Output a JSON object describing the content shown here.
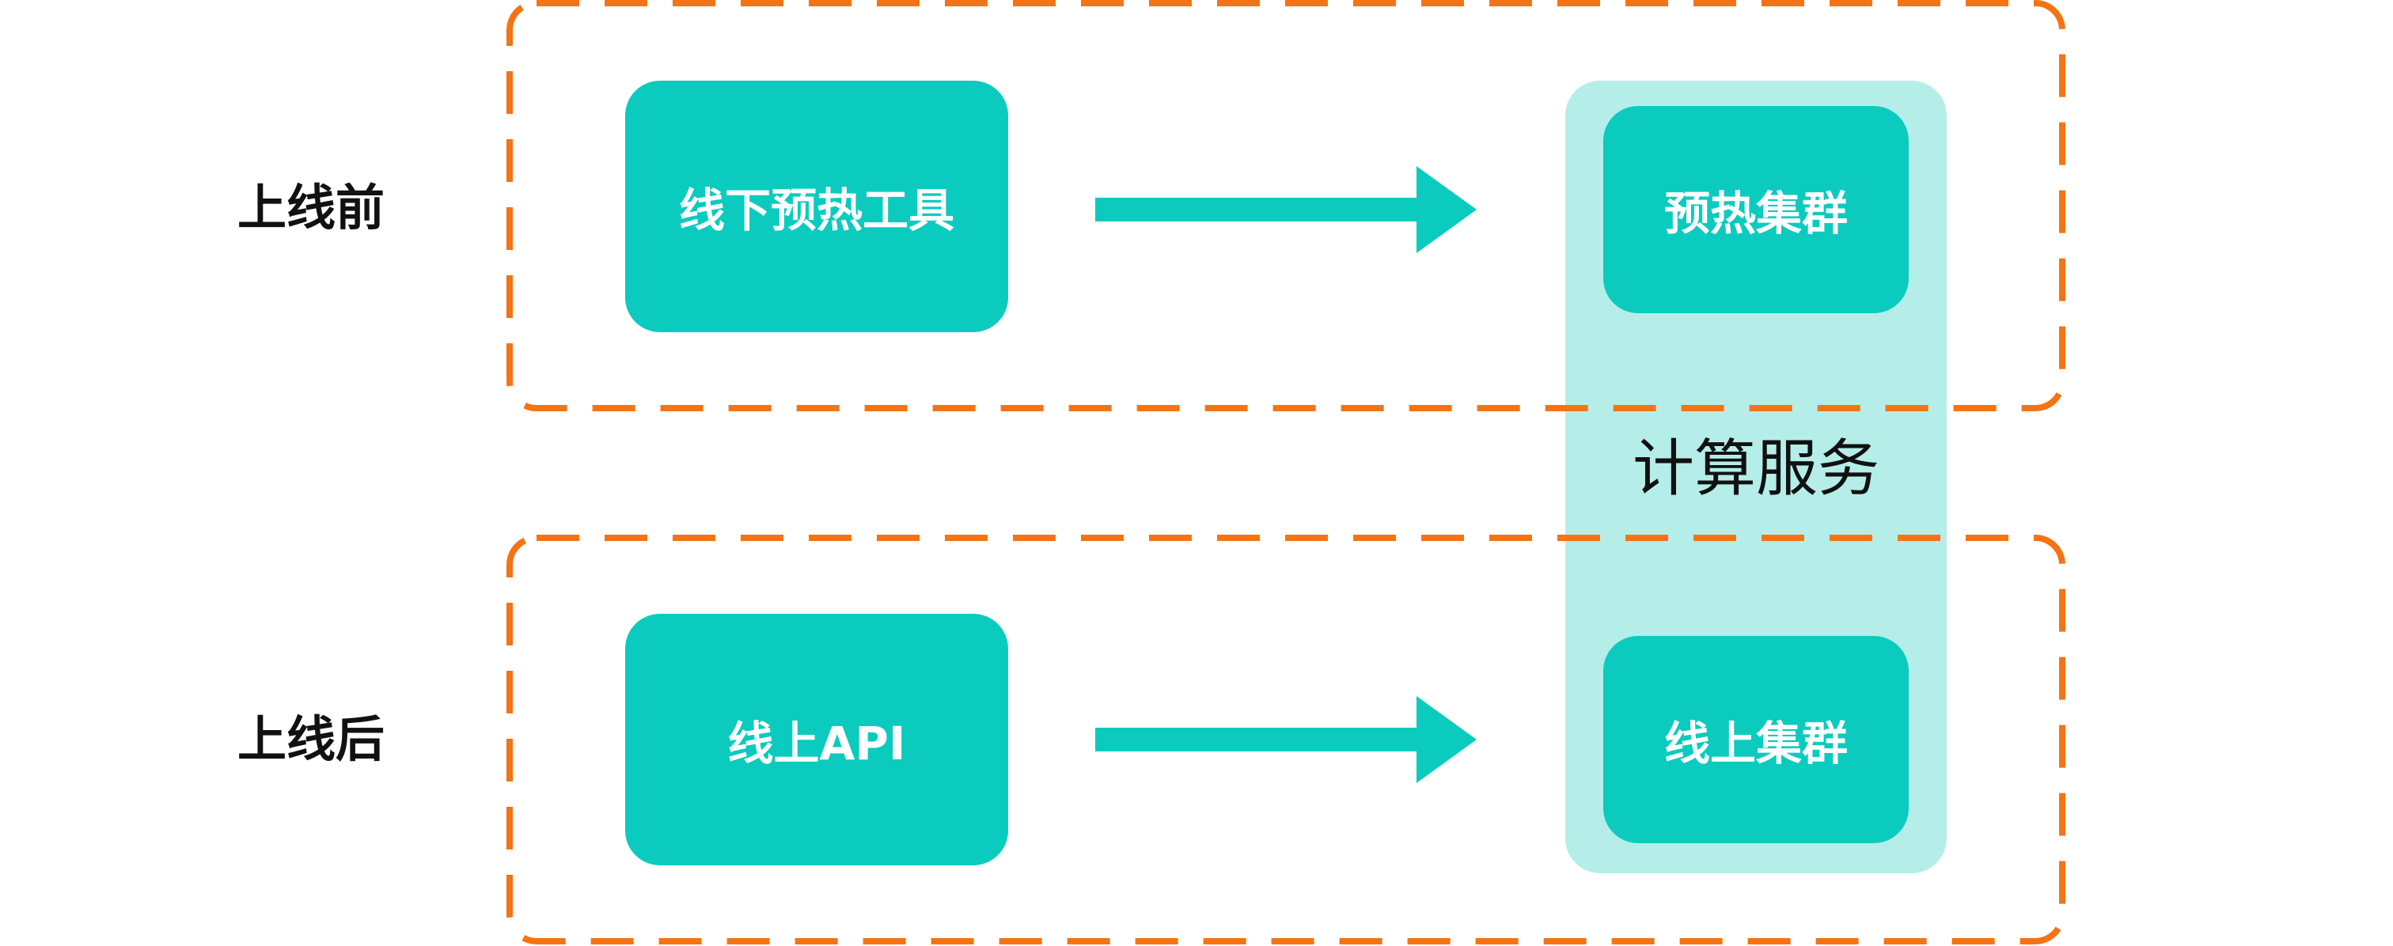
{
  "stages": {
    "before": "上线前",
    "after": "上线后"
  },
  "boxes": {
    "offline_tool": "线下预热工具",
    "online_api": "线上API",
    "warmup_cluster": "预热集群",
    "online_cluster": "线上集群"
  },
  "service": {
    "label": "计算服务"
  },
  "colors": {
    "box": "#0bcbbf",
    "panel": "#b5eee9",
    "arrow": "#0bcbbf",
    "dash": "#f47415"
  }
}
